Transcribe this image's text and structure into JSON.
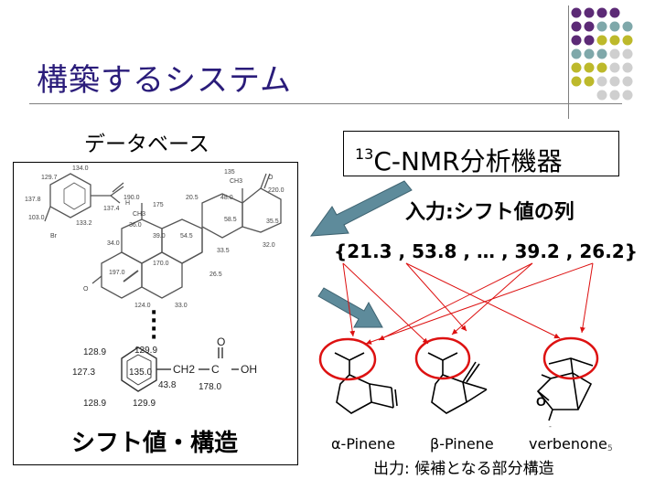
{
  "title": "構築するシステム",
  "database": {
    "label": "データベース",
    "shift_label": "シフト値・構造",
    "steroid_shifts": [
      "129.7",
      "134.0",
      "137.8",
      "190.0",
      "103.0",
      "133.2",
      "137.4",
      "175",
      "135",
      "48.0",
      "220.0",
      "20.5",
      "36.0",
      "39.0",
      "54.5",
      "58.5",
      "35.5",
      "34.0",
      "33.5",
      "32.0",
      "197.0",
      "170.0",
      "26.5",
      "124.0",
      "33.0"
    ],
    "steroid_labels": [
      "CH3",
      "CH3",
      "O",
      "H",
      "Br",
      "O"
    ],
    "phenylacetic_shifts": [
      "128.9",
      "129.9",
      "127.3",
      "135.0",
      "128.9",
      "129.9",
      "43.8",
      "178.0"
    ],
    "phenylacetic_labels": [
      "CH2",
      "C",
      "OH",
      "O"
    ]
  },
  "instrument": {
    "sup": "13",
    "name": "C-NMR分析機器"
  },
  "input_label": "入力:シフト値の列",
  "shift_list": "{21.3 , 53.8 , … , 39.2 , 26.2}",
  "outputs": {
    "alpha": {
      "greek": "α",
      "name": "-Pinene"
    },
    "beta": {
      "greek": "β",
      "name": "-Pinene"
    },
    "verbenone": "verbenone"
  },
  "output_label": "出力: 候補となる部分構造",
  "page_number": "5",
  "colors": {
    "title": "#2a1c7a",
    "purple": "#5c2a76",
    "teal": "#7fa8aa",
    "olive": "#bdb92b",
    "grey": "#cfcfcf",
    "red": "#dd1111",
    "arrow": "#4f7f90"
  }
}
